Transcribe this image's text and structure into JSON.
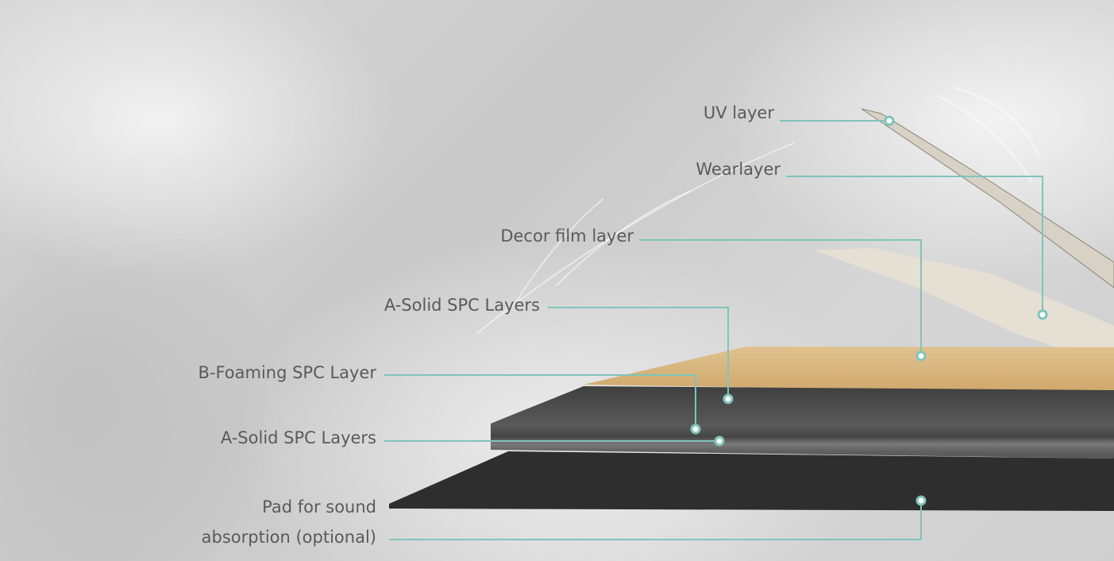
{
  "labels": {
    "uv": "UV layer",
    "wear": "Wearlayer",
    "decor": "Decor film layer",
    "a_solid_top": "A-Solid SPC Layers",
    "b_foaming": "B-Foaming SPC Layer",
    "a_solid_bottom": "A-Solid SPC Layers",
    "pad_line1": "Pad for sound",
    "pad_line2": "absorption (optional)"
  },
  "colors": {
    "callout": "#7fc4bb",
    "wood": "#d9b57f",
    "spc": "#4a4a4a",
    "pad": "#2e2e2e",
    "film": "#e4ddd0"
  }
}
